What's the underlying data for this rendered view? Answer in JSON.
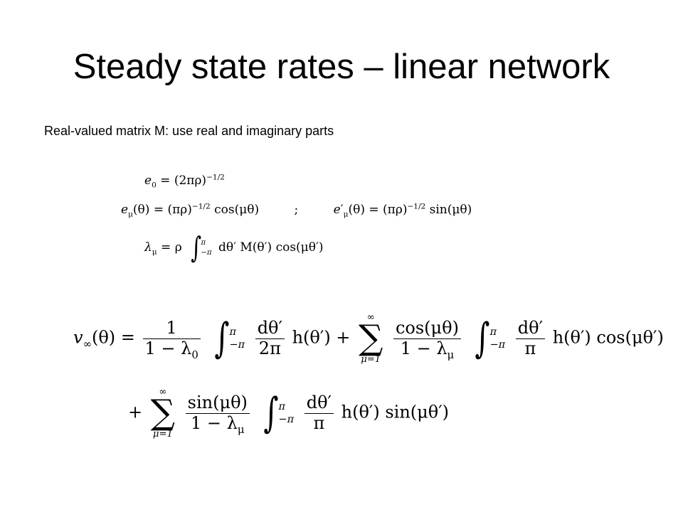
{
  "slide": {
    "title": "Steady state rates – linear network",
    "subtitle": "Real-valued matrix M: use real and imaginary parts"
  },
  "equations": {
    "e0": {
      "lhs": "e",
      "lhs_sub": "0",
      "rhs": "= (2πρ)",
      "rhs_exp": "−1/2"
    },
    "emu": {
      "left": "e",
      "left_sub": "μ",
      "left_arg": "(θ) = (πρ)",
      "left_exp": "−1/2",
      "left_tail": "cos(μθ)",
      "separator": ";",
      "right": "e",
      "right_prime": "′",
      "right_sub": "μ",
      "right_arg": "(θ) = (πρ)",
      "right_exp": "−1/2",
      "right_tail": "sin(μθ)"
    },
    "lambda": {
      "lhs": "λ",
      "lhs_sub": "μ",
      "eq": "= ρ",
      "int_upper": "π",
      "int_lower": "−π",
      "integrand": "dθ′ M(θ′) cos(μθ′)"
    },
    "v_line1": {
      "lhs": "v",
      "lhs_sub": "∞",
      "lhs_arg": "(θ) =",
      "frac1_num": "1",
      "frac1_den": "1 − λ",
      "frac1_den_sub": "0",
      "int_upper": "π",
      "int_lower": "−π",
      "frac2_num": "dθ′",
      "frac2_den": "2π",
      "term1_tail": "h(θ′) +",
      "sum_upper": "∞",
      "sum_lower": "μ=1",
      "frac3_num": "cos(μθ)",
      "frac3_den": "1 − λ",
      "frac3_den_sub": "μ",
      "frac4_num": "dθ′",
      "frac4_den": "π",
      "term2_tail": "h(θ′) cos(μθ′)"
    },
    "v_line2": {
      "plus": "+",
      "sum_upper": "∞",
      "sum_lower": "μ=1",
      "frac1_num": "sin(μθ)",
      "frac1_den": "1 − λ",
      "frac1_den_sub": "μ",
      "int_upper": "π",
      "int_lower": "−π",
      "frac2_num": "dθ′",
      "frac2_den": "π",
      "tail": "h(θ′) sin(μθ′)"
    },
    "symbols": {
      "integral": "∫",
      "sum": "∑"
    }
  }
}
